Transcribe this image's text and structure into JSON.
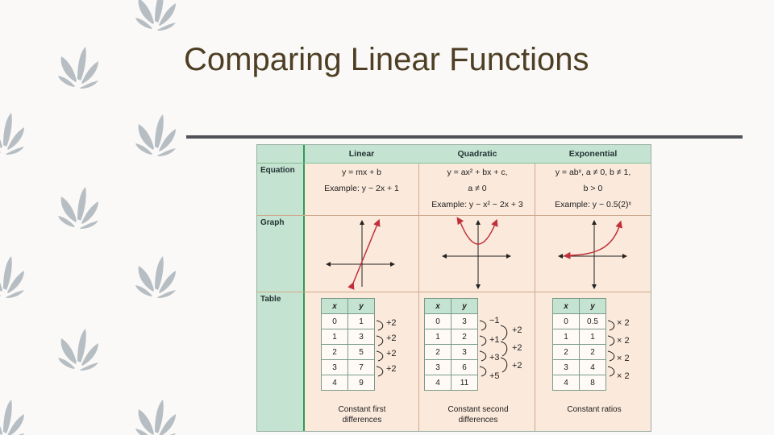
{
  "slide": {
    "title": "Comparing Linear Functions"
  },
  "table": {
    "headers": [
      "Linear",
      "Quadratic",
      "Exponential"
    ],
    "row_labels": [
      "Equation",
      "Graph",
      "Table"
    ],
    "equations": {
      "linear": [
        "y = mx + b",
        "Example: y − 2x + 1"
      ],
      "quadratic": [
        "y = ax² + bx + c,",
        "a ≠ 0",
        "Example: y − x² − 2x + 3"
      ],
      "exponential": [
        "y = abˣ, a ≠ 0, b ≠ 1,",
        "b > 0",
        "Example: y − 0.5(2)ˣ"
      ]
    },
    "mini_tables": {
      "col_headers": [
        "x",
        "y"
      ],
      "linear": {
        "x": [
          "0",
          "1",
          "2",
          "3",
          "4"
        ],
        "y": [
          "1",
          "3",
          "5",
          "7",
          "9"
        ],
        "diffs": [
          "+2",
          "+2",
          "+2",
          "+2"
        ]
      },
      "quadratic": {
        "x": [
          "0",
          "1",
          "2",
          "3",
          "4"
        ],
        "y": [
          "3",
          "2",
          "3",
          "6",
          "11"
        ],
        "first_diffs": [
          "−1",
          "+1",
          "+3",
          "+5"
        ],
        "second_diffs": [
          "+2",
          "+2",
          "+2"
        ]
      },
      "exponential": {
        "x": [
          "0",
          "1",
          "2",
          "3",
          "4"
        ],
        "y": [
          "0.5",
          "1",
          "2",
          "4",
          "8"
        ],
        "ratios": [
          "× 2",
          "× 2",
          "× 2",
          "× 2"
        ]
      }
    },
    "captions": {
      "linear": "Constant first differences",
      "quadratic": "Constant second differences",
      "exponential": "Constant ratios"
    }
  },
  "colors": {
    "title": "#4e3f24",
    "header_bg": "#c5e3d1",
    "body_bg": "#fbe9db",
    "curve": "#c0303a",
    "leaf": "#b7bec3"
  }
}
